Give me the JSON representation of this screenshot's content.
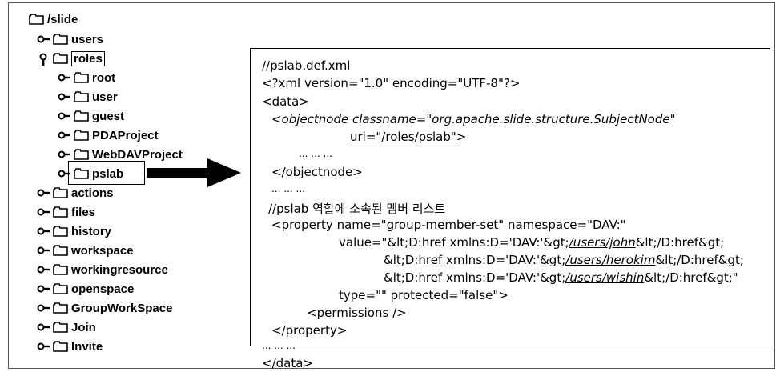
{
  "tree": {
    "root": "/slide",
    "items": [
      {
        "label": "users",
        "indent": 1
      },
      {
        "label": "roles",
        "indent": 1,
        "expanded": true
      },
      {
        "label": "root",
        "indent": 2
      },
      {
        "label": "user",
        "indent": 2
      },
      {
        "label": "guest",
        "indent": 2
      },
      {
        "label": "PDAProject",
        "indent": 2
      },
      {
        "label": "WebDAVProject",
        "indent": 2
      },
      {
        "label": "pslab",
        "indent": 2
      },
      {
        "label": "actions",
        "indent": 1
      },
      {
        "label": "files",
        "indent": 1
      },
      {
        "label": "history",
        "indent": 1
      },
      {
        "label": "workspace",
        "indent": 1
      },
      {
        "label": "workingresource",
        "indent": 1
      },
      {
        "label": "openspace",
        "indent": 1
      },
      {
        "label": "GroupWorkSpace",
        "indent": 1
      },
      {
        "label": "Join",
        "indent": 1
      },
      {
        "label": "Invite",
        "indent": 1
      }
    ]
  },
  "code": {
    "l1": "//pslab.def.xml",
    "l2": "<?xml version=\"1.0\" encoding=\"UTF-8\"?>",
    "l3": "<data>",
    "l4a": "<",
    "l4b": "objectnode classname=\"org.apache.slide.structure.SubjectNode\"",
    "l5": "uri=\"/roles/pslab\"",
    "l5b": ">",
    "l6": "... ... ...",
    "l7": "</objectnode>",
    "l8": "... ... ...",
    "l9": "//pslab 역할에 소속된 멤버 리스트",
    "l10a": "<property ",
    "l10b": "name=\"group-member-set\"",
    "l10c": " namespace=\"DAV:\"",
    "l11a": "value=\"&lt;D:href xmlns:D='DAV:'&gt;",
    "l11b": "/users/john",
    "l11c": "&lt;/D:href&gt;",
    "l12a": "&lt;D:href xmlns:D='DAV:'&gt;",
    "l12b": "/users/herokim",
    "l12c": "&lt;/D:href&gt;",
    "l13a": "&lt;D:href xmlns:D='DAV:'&gt;",
    "l13b": "/users/wishin",
    "l13c": "&lt;/D:href&gt;\"",
    "l14": "type=\"\" protected=\"false\">",
    "l15": "<permissions />",
    "l16": "</property>",
    "l17": "... ... ...",
    "l18": "</data>"
  }
}
